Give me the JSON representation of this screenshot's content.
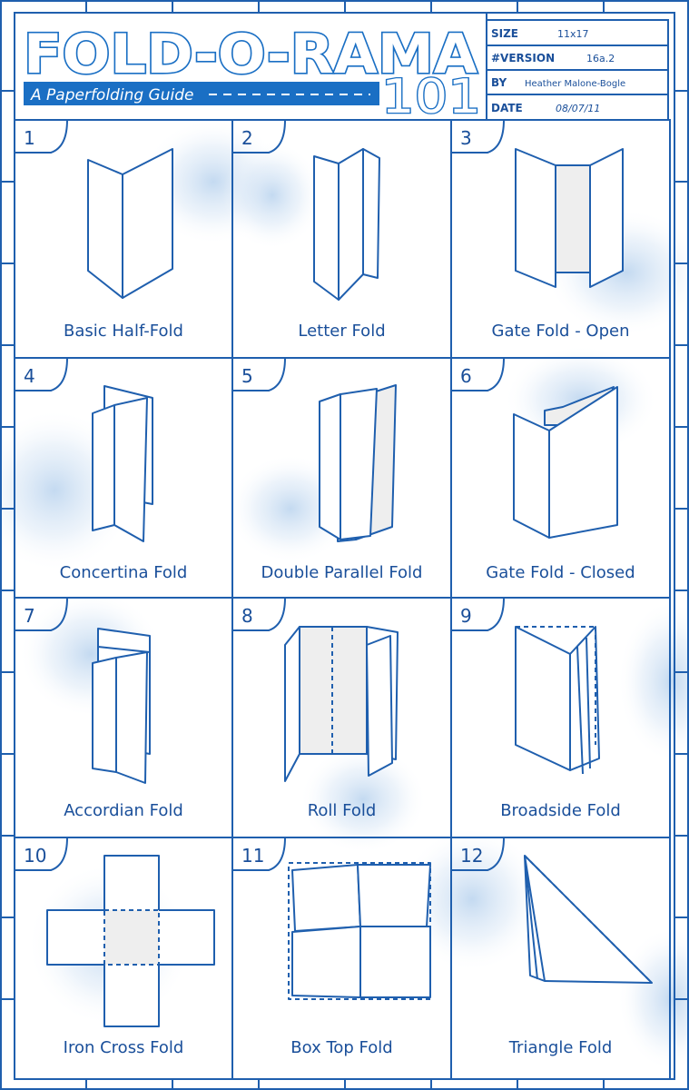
{
  "header": {
    "title": "FOLD-O-RAMA",
    "subtitle": "A Paperfolding Guide",
    "badge": "101"
  },
  "info_block": [
    {
      "label": "SIZE",
      "value": "11x17"
    },
    {
      "label": "#VERSION",
      "value": "16a.2"
    },
    {
      "label": "BY",
      "value": "Heather Malone-Bogle"
    },
    {
      "label": "DATE",
      "value": "08/07/11"
    }
  ],
  "panels": [
    {
      "number": "1",
      "caption": "Basic Half-Fold",
      "icon": "basic-half-fold-icon"
    },
    {
      "number": "2",
      "caption": "Letter Fold",
      "icon": "letter-fold-icon"
    },
    {
      "number": "3",
      "caption": "Gate Fold - Open",
      "icon": "gate-fold-open-icon"
    },
    {
      "number": "4",
      "caption": "Concertina Fold",
      "icon": "concertina-fold-icon"
    },
    {
      "number": "5",
      "caption": "Double Parallel Fold",
      "icon": "double-parallel-fold-icon"
    },
    {
      "number": "6",
      "caption": "Gate Fold - Closed",
      "icon": "gate-fold-closed-icon"
    },
    {
      "number": "7",
      "caption": "Accordian Fold",
      "icon": "accordian-fold-icon"
    },
    {
      "number": "8",
      "caption": "Roll Fold",
      "icon": "roll-fold-icon"
    },
    {
      "number": "9",
      "caption": "Broadside Fold",
      "icon": "broadside-fold-icon"
    },
    {
      "number": "10",
      "caption": "Iron Cross Fold",
      "icon": "iron-cross-fold-icon"
    },
    {
      "number": "11",
      "caption": "Box Top Fold",
      "icon": "box-top-fold-icon"
    },
    {
      "number": "12",
      "caption": "Triangle Fold",
      "icon": "triangle-fold-icon"
    }
  ],
  "colors": {
    "line": "#1f5fae",
    "accent": "#1a6fc4",
    "haze": "#cfe0f3",
    "paper_shade": "#eeeeee"
  }
}
